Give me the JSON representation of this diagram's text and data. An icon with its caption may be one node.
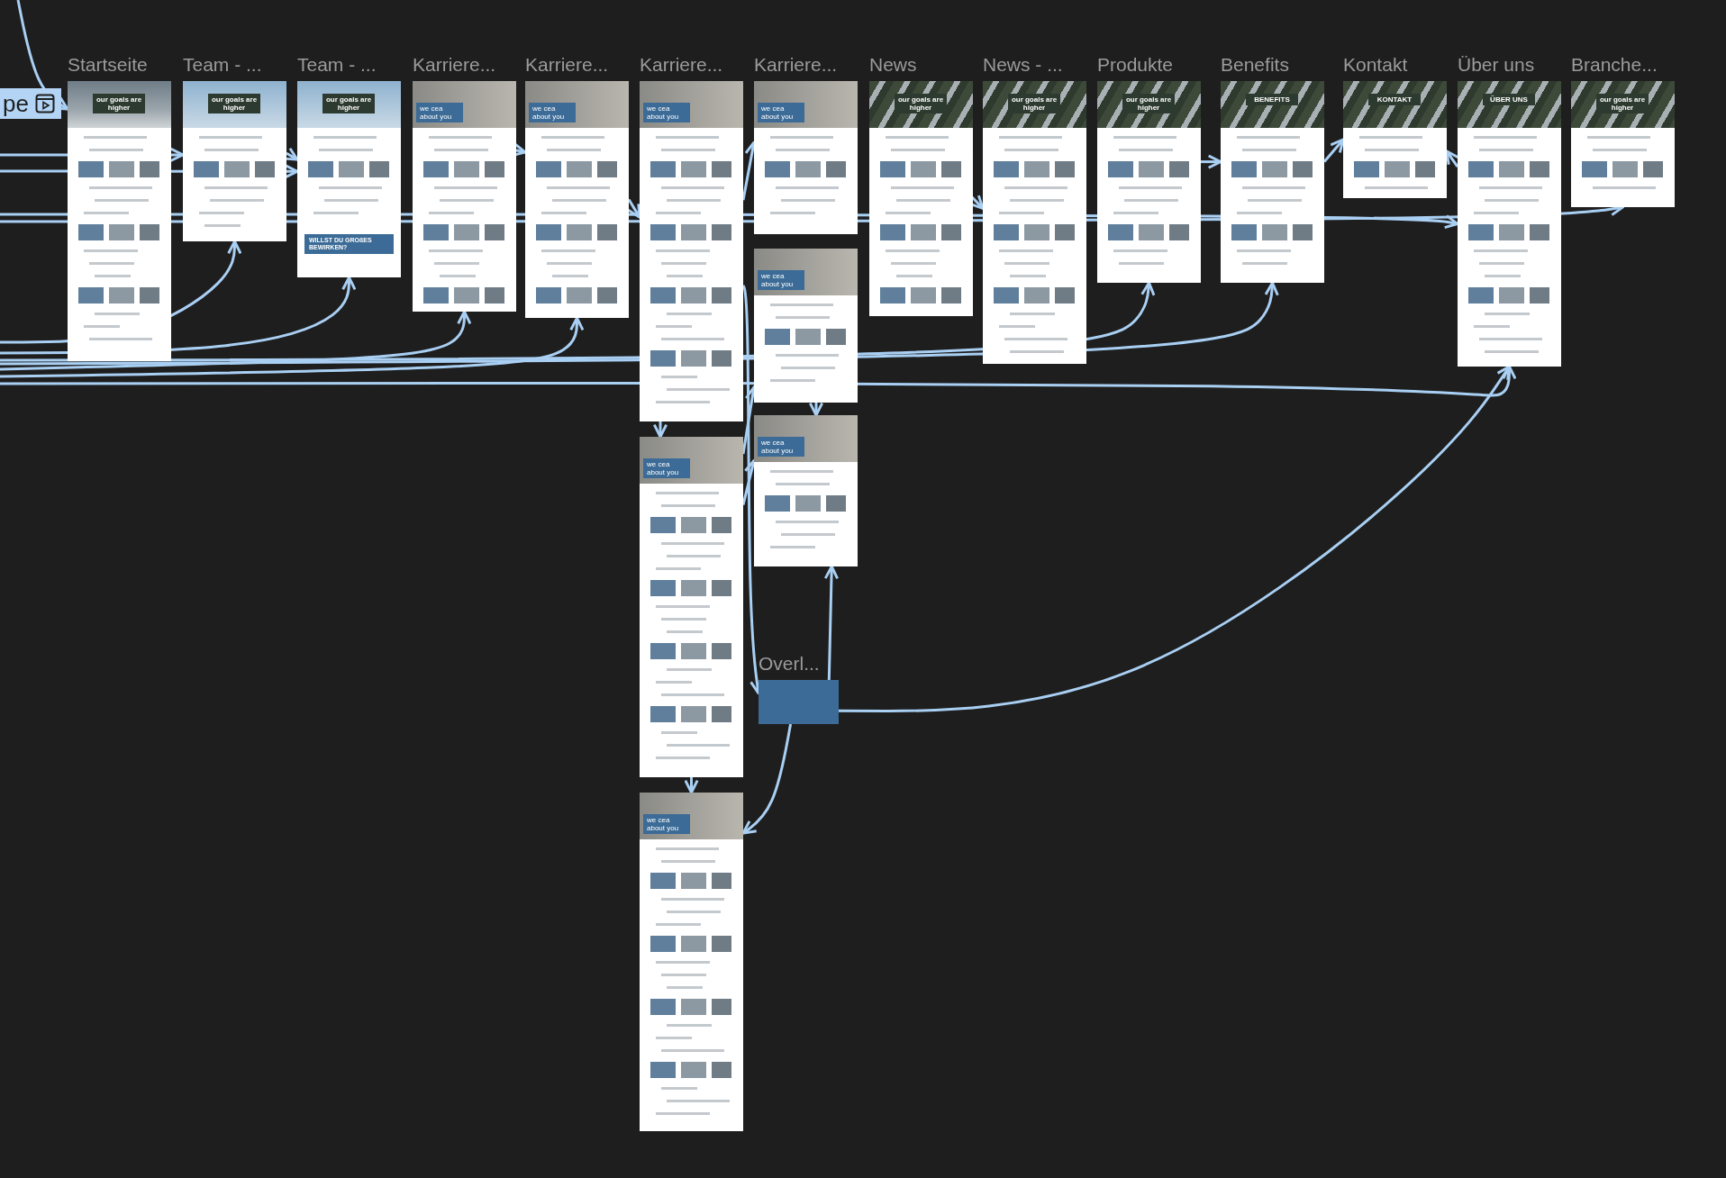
{
  "diagram": {
    "nodes": [
      {
        "text": [
          "pe"
        ]
      },
      {
        "text": [
          "Startseite",
          "our goals are higher"
        ]
      },
      {
        "text": [
          "Team - ...",
          "our goals are higher"
        ]
      },
      {
        "text": [
          "Team - ...",
          "our goals are higher",
          "WILLST DU GROßES BEWIRKEN?"
        ]
      },
      {
        "text": [
          "Karriere...",
          "we cea about you"
        ]
      },
      {
        "text": [
          "Karriere...",
          "we cea about you"
        ]
      },
      {
        "text": [
          "Karriere...",
          "we cea about you"
        ]
      },
      {
        "text": [
          "Karriere...",
          "we cea about you"
        ]
      },
      {
        "text": [
          "News",
          "our goals are higher"
        ]
      },
      {
        "text": [
          "News - ...",
          "our goals are higher"
        ]
      },
      {
        "text": [
          "Produkte",
          "our goals are higher"
        ]
      },
      {
        "text": [
          "Benefits",
          "BENEFITS"
        ]
      },
      {
        "text": [
          "Kontakt",
          "KONTAKT"
        ]
      },
      {
        "text": [
          "Über uns",
          "ÜBER UNS"
        ]
      },
      {
        "text": [
          "Branche...",
          "our goals are higher"
        ]
      },
      {
        "text": [
          "we cea about you"
        ]
      },
      {
        "text": [
          "we cea about you"
        ]
      },
      {
        "text": [
          "we cea about you"
        ]
      },
      {
        "text": [
          "we cea about you"
        ]
      },
      {
        "text": [
          "Overl..."
        ]
      }
    ],
    "edges": [
      {
        "from": null,
        "to": 1,
        "arrow": "to"
      },
      {
        "from": null,
        "to": 2,
        "arrow": "to"
      },
      {
        "from": null,
        "to": 3,
        "arrow": "to"
      },
      {
        "from": null,
        "to": 2,
        "arrow": "to"
      },
      {
        "from": null,
        "to": 3,
        "arrow": "to"
      },
      {
        "from": null,
        "to": 4,
        "arrow": "to"
      },
      {
        "from": null,
        "to": 5,
        "arrow": "to"
      },
      {
        "from": null,
        "to": 13,
        "arrow": "to"
      },
      {
        "from": null,
        "to": 14,
        "arrow": "to"
      },
      {
        "from": null,
        "to": 13,
        "arrow": "to"
      },
      {
        "from": 6,
        "to": 17,
        "arrow": "to"
      },
      {
        "from": 17,
        "to": 18,
        "arrow": "to"
      },
      {
        "from": 15,
        "to": 16,
        "arrow": "to"
      },
      {
        "from": 19,
        "to": 16,
        "arrow": "to"
      },
      {
        "from": 19,
        "to": 13,
        "arrow": "to"
      },
      {
        "from": 6,
        "to": 19,
        "arrow": "to"
      },
      {
        "from": 17,
        "to": 15,
        "arrow": "to"
      },
      {
        "from": 19,
        "to": 18,
        "arrow": "to"
      },
      {
        "from": 17,
        "to": 16,
        "arrow": "to"
      },
      {
        "from": 8,
        "to": 9,
        "arrow": "to"
      },
      {
        "from": 11,
        "to": 12,
        "arrow": "to"
      },
      {
        "from": 10,
        "to": 11,
        "arrow": "to"
      },
      {
        "from": null,
        "to": 10,
        "arrow": "to"
      },
      {
        "from": null,
        "to": 11,
        "arrow": "to"
      },
      {
        "from": 13,
        "to": 12,
        "arrow": "to"
      },
      {
        "from": 4,
        "to": 5,
        "arrow": "to"
      },
      {
        "from": 5,
        "to": 6,
        "arrow": "to"
      },
      {
        "from": 6,
        "to": 7,
        "arrow": "to"
      },
      {
        "from": 2,
        "to": 3,
        "arrow": "to"
      }
    ]
  }
}
